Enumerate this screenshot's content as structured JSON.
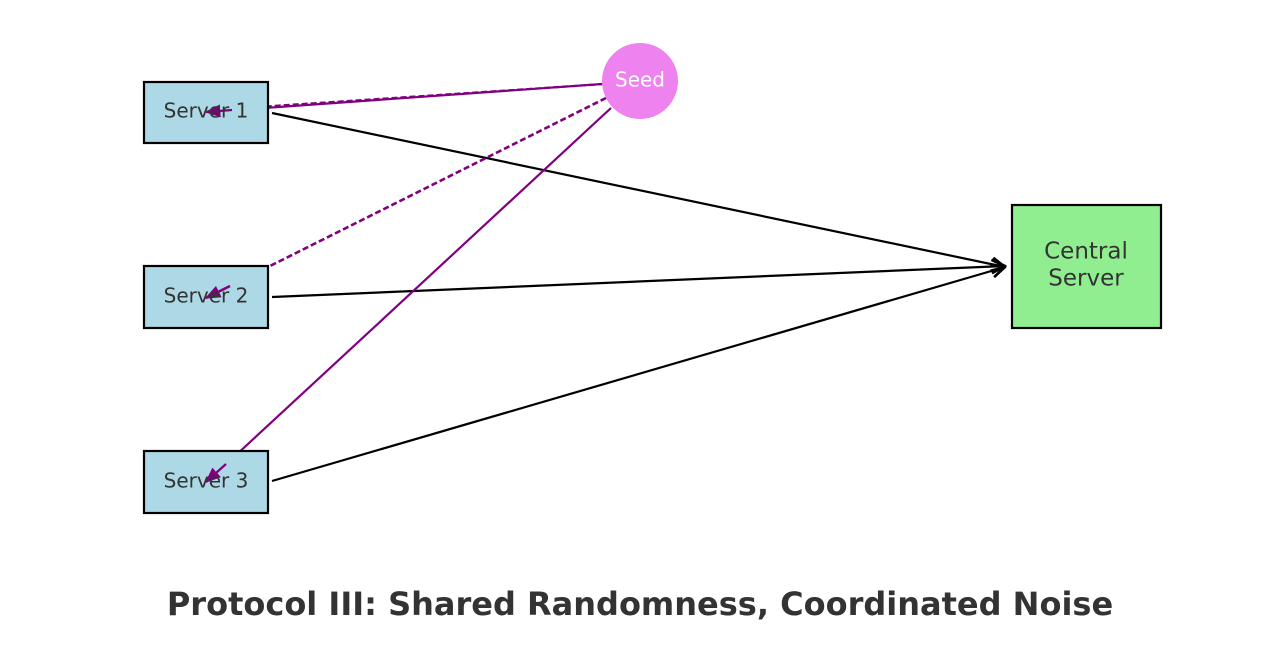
{
  "title": "Protocol III: Shared Randomness, Coordinated Noise",
  "nodes": {
    "server1": {
      "label": "Server 1"
    },
    "server2": {
      "label": "Server 2"
    },
    "server3": {
      "label": "Server 3"
    },
    "central": {
      "label_line1": "Central",
      "label_line2": "Server"
    },
    "seed": {
      "label": "Seed"
    }
  },
  "colors": {
    "server_fill": "#add8e6",
    "central_fill": "#90ee90",
    "seed_fill": "#ee82ee",
    "seed_arrow": "#800080",
    "server_arrow": "#000000",
    "text": "#333333"
  },
  "edges": [
    {
      "from": "server1",
      "to": "central",
      "style": "solid"
    },
    {
      "from": "server2",
      "to": "central",
      "style": "solid"
    },
    {
      "from": "server3",
      "to": "central",
      "style": "solid"
    },
    {
      "from": "seed",
      "to": "server1",
      "style": "dashed"
    },
    {
      "from": "seed",
      "to": "server1",
      "style": "solid"
    },
    {
      "from": "seed",
      "to": "server2",
      "style": "dashed"
    },
    {
      "from": "seed",
      "to": "server3",
      "style": "solid"
    }
  ]
}
